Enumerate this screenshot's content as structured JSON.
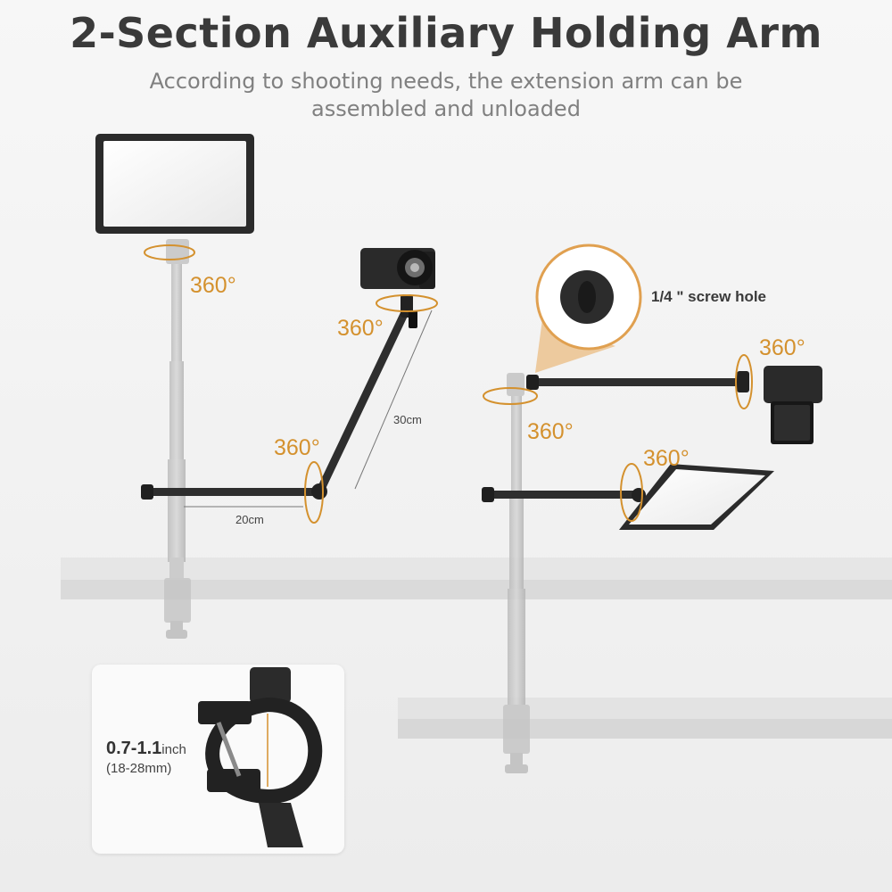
{
  "header": {
    "title": "2-Section Auxiliary Holding Arm",
    "subtitle": "According to shooting needs, the extension arm can be assembled and unloaded"
  },
  "annotations": {
    "rotation_label": "360°",
    "length_upper": "30cm",
    "length_lower": "20cm",
    "screw_hole": "1/4 \" screw hole"
  },
  "clamp": {
    "range_inch": "0.7-1.1",
    "unit": "inch",
    "range_mm": "(18-28mm)"
  },
  "colors": {
    "accent": "#d4912e",
    "title": "#3a3a3a",
    "subtitle": "#808080"
  }
}
